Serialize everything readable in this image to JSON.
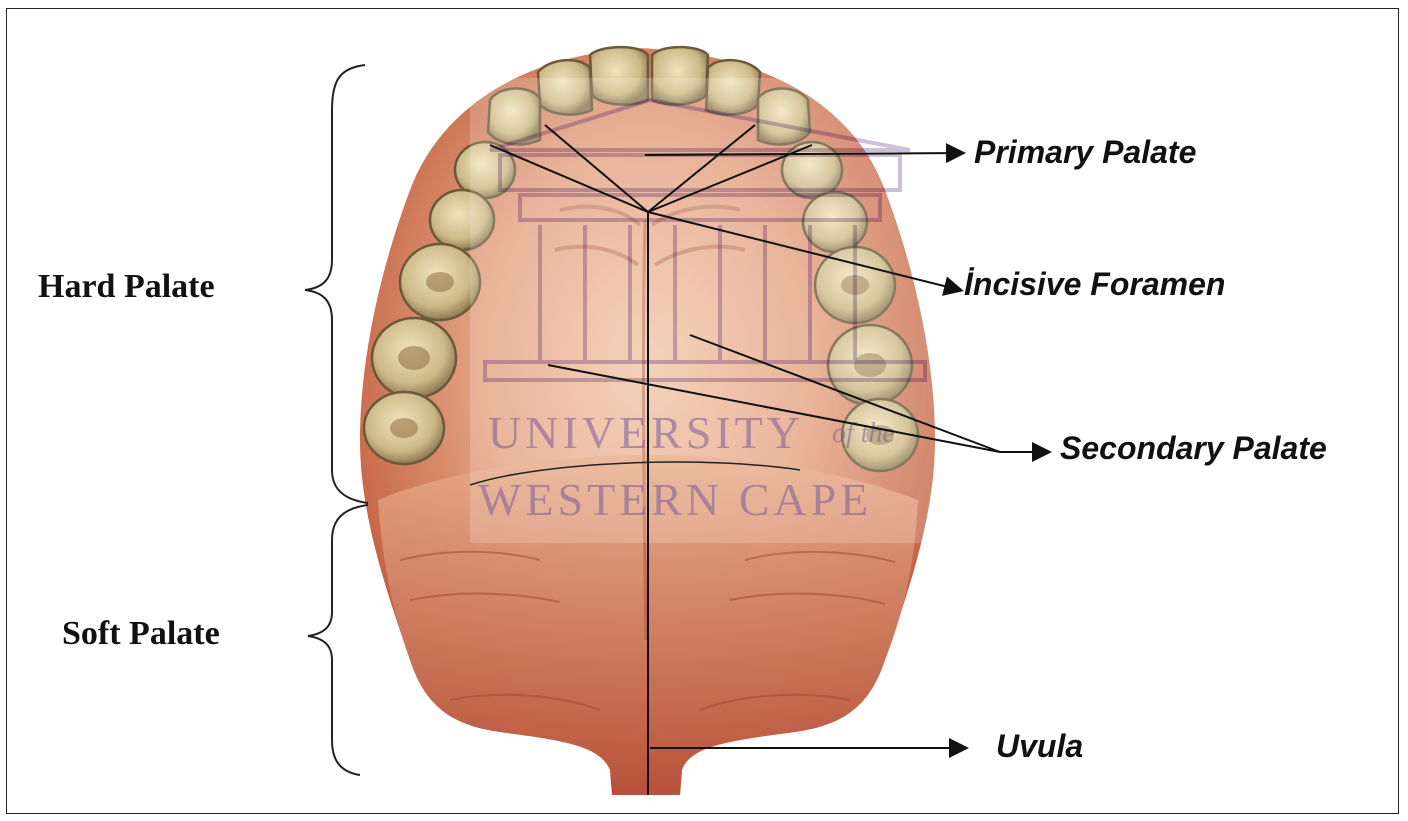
{
  "labels": {
    "hard_palate": "Hard Palate",
    "soft_palate": "Soft Palate",
    "primary_palate": "Primary Palate",
    "incisive_foramen": "İncisive Foramen",
    "secondary_palate": "Secondary Palate",
    "uvula": "Uvula"
  },
  "watermark": {
    "line1": "UNIVERSITY",
    "small": "of the",
    "line2": "WESTERN CAPE"
  },
  "colors": {
    "tissue_light": "#e8a27e",
    "tissue_dark": "#b8553a",
    "tooth": "#d9c79a",
    "watermark": "#7a5a9a"
  }
}
